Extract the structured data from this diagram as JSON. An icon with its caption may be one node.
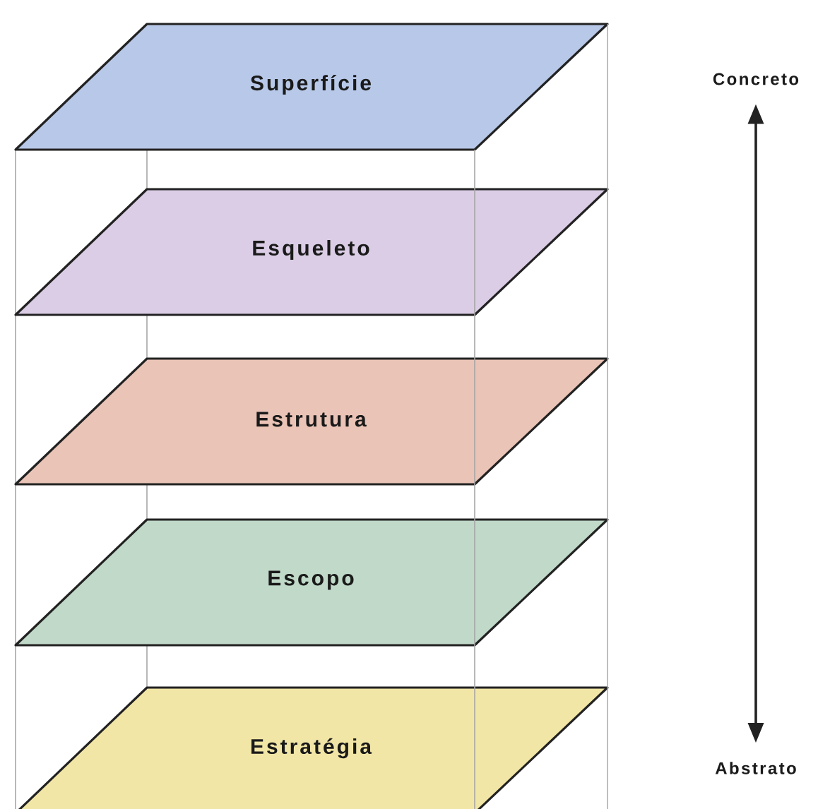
{
  "diagram": {
    "nodes": [
      {
        "text": [
          "Superfície"
        ]
      },
      {
        "text": [
          "Esqueleto"
        ]
      },
      {
        "text": [
          "Estrutura"
        ]
      },
      {
        "text": [
          "Escopo"
        ]
      },
      {
        "text": [
          "Estratégia"
        ]
      },
      {
        "text": [
          "Concreto"
        ]
      },
      {
        "text": [
          "Abstrato"
        ]
      }
    ],
    "edges": [
      {
        "from": 6,
        "to": 5,
        "arrow": "both"
      }
    ]
  }
}
